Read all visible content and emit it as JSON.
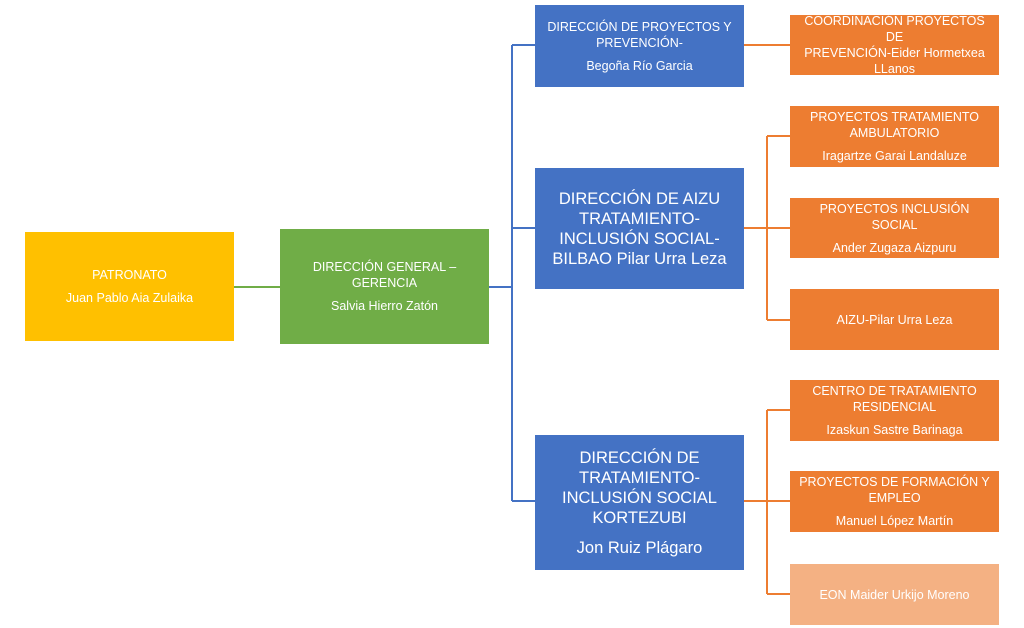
{
  "colors": {
    "board": "#ffc000",
    "general": "#70ad47",
    "direction": "#4472c4",
    "unit": "#ed7d31",
    "unit_light": "#f4b183",
    "blue_line": "#4472c4",
    "orange_line": "#ed7d31",
    "green_line": "#70ad47"
  },
  "patronato": {
    "title": "PATRONATO",
    "person": "Juan Pablo Aia Zulaika"
  },
  "direccion_general": {
    "title": "DIRECCIÓN GENERAL –GERENCIA",
    "person": "Salvia Hierro Zatón"
  },
  "direcciones": [
    {
      "title": [
        "DIRECCIÓN DE PROYECTOS Y",
        "PREVENCIÓN-"
      ],
      "person": "Begoña Río Garcia",
      "units": [
        {
          "lines": [
            "COORDINACIÓN PROYECTOS  DE",
            "PREVENCIÓN-Eider Hormetxea",
            "LLanos"
          ],
          "person": ""
        }
      ]
    },
    {
      "title": [
        "DIRECCIÓN DE AIZU",
        "TRATAMIENTO-",
        "INCLUSIÓN SOCIAL-",
        "BILBAO Pilar Urra Leza"
      ],
      "person": "",
      "units": [
        {
          "lines": [
            "PROYECTOS TRATAMIENTO",
            "AMBULATORIO"
          ],
          "person": "Iragartze Garai Landaluze"
        },
        {
          "lines": [
            "PROYECTOS INCLUSIÓN SOCIAL"
          ],
          "person": "Ander Zugaza Aizpuru"
        },
        {
          "lines": [
            "AIZU-Pilar Urra Leza"
          ],
          "person": ""
        }
      ]
    },
    {
      "title": [
        "DIRECCIÓN DE",
        "TRATAMIENTO-",
        "INCLUSIÓN SOCIAL",
        "KORTEZUBI"
      ],
      "person": "Jon Ruiz Plágaro",
      "units": [
        {
          "lines": [
            "CENTRO DE TRATAMIENTO",
            "RESIDENCIAL"
          ],
          "person": "Izaskun Sastre Barinaga"
        },
        {
          "lines": [
            "PROYECTOS DE FORMACIÓN Y",
            "EMPLEO"
          ],
          "person": "Manuel López Martín"
        },
        {
          "lines": [
            "EON Maider Urkijo Moreno"
          ],
          "person": "",
          "style": "light"
        }
      ]
    }
  ]
}
